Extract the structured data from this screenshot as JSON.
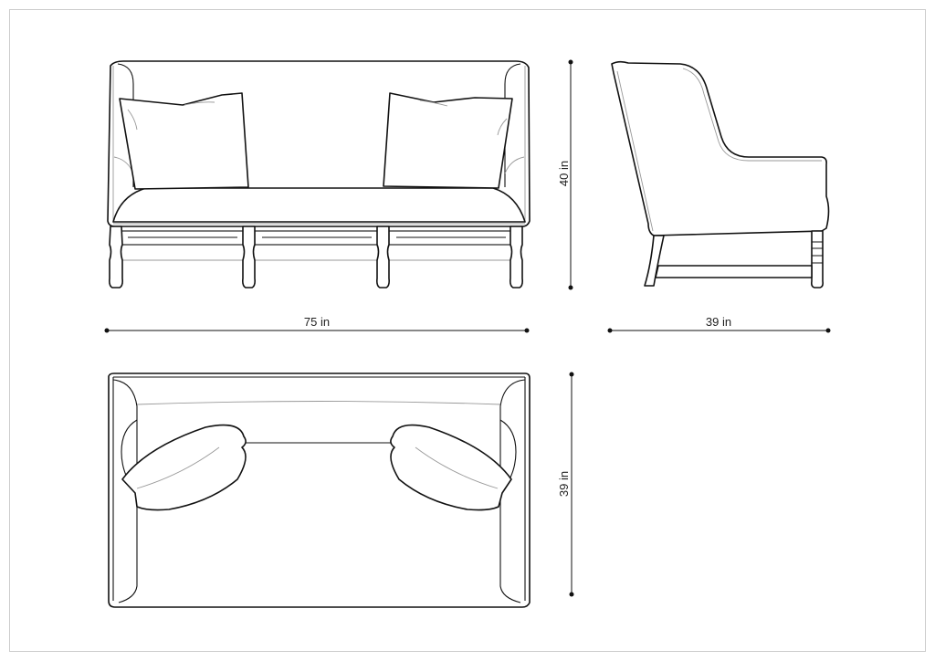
{
  "dimensions": {
    "front_width": "75 in",
    "front_height": "40 in",
    "side_depth": "39 in",
    "top_depth": "39 in"
  },
  "colors": {
    "line": "#111111",
    "frame": "#cccccc",
    "background": "#ffffff"
  }
}
